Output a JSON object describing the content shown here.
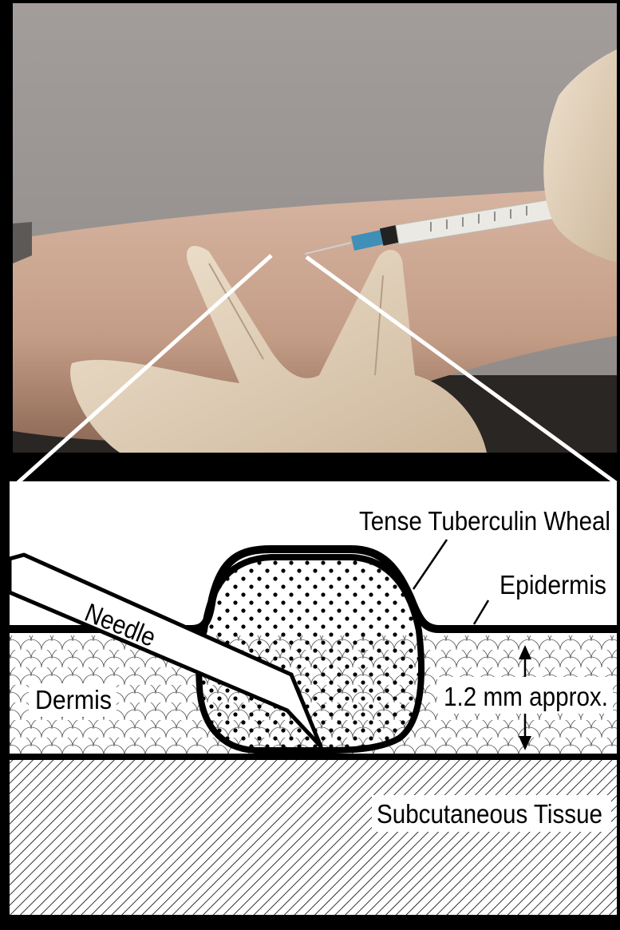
{
  "labels": {
    "wheal": "Tense Tuberculin Wheal",
    "epidermis": "Epidermis",
    "needle": "Needle",
    "dermis": "Dermis",
    "depth": "1.2 mm approx.",
    "subcutaneous": "Subcutaneous Tissue"
  },
  "colors": {
    "frame": "#000000",
    "wall": "#9b9694",
    "skin": "#c9a48f",
    "glove": "#e4d3bd",
    "syringe": "#e8e6e1",
    "needle_hub": "#3f8fb7"
  }
}
